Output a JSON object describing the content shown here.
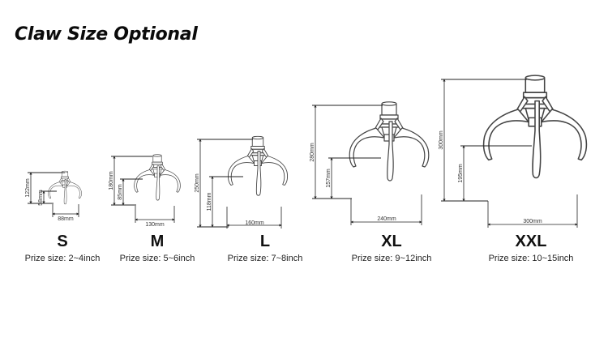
{
  "title": "Claw Size Optional",
  "claws": [
    {
      "size": "S",
      "prize_size": "Prize size: 2~4inch",
      "total_height": "122mm",
      "finger_height": "58mm",
      "open_width": "88mm"
    },
    {
      "size": "M",
      "prize_size": "Prize size: 5~6inch",
      "total_height": "180mm",
      "finger_height": "85mm",
      "open_width": "130mm"
    },
    {
      "size": "L",
      "prize_size": "Prize size: 7~8inch",
      "total_height": "250mm",
      "finger_height": "118mm",
      "open_width": "160mm"
    },
    {
      "size": "XL",
      "prize_size": "Prize size: 9~12inch",
      "total_height": "280mm",
      "finger_height": "157mm",
      "open_width": "240mm"
    },
    {
      "size": "XXL",
      "prize_size": "Prize size: 10~15inch",
      "total_height": "300mm",
      "finger_height": "195mm",
      "open_width": "300mm"
    }
  ]
}
